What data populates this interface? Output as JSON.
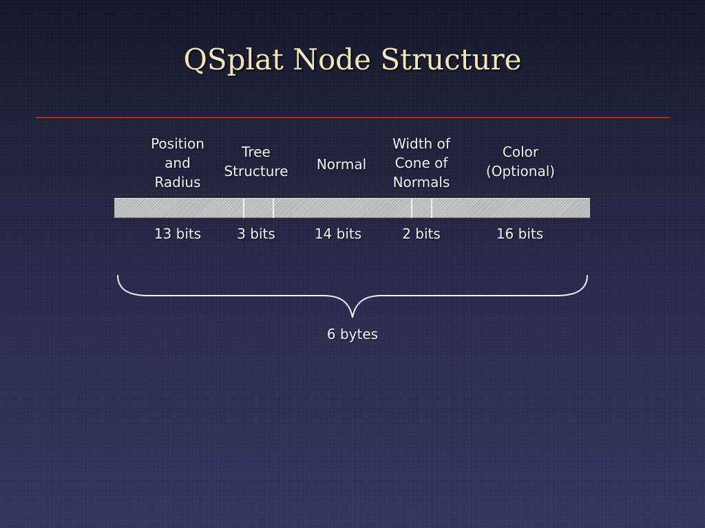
{
  "slide": {
    "title": "QSplat Node Structure",
    "total_label": "6 bytes"
  },
  "fields": [
    {
      "label": "Position\nand\nRadius",
      "bits": "13 bits"
    },
    {
      "label": "Tree\nStructure",
      "bits": "3 bits"
    },
    {
      "label": "Normal",
      "bits": "14 bits"
    },
    {
      "label": "Width of\nCone of\nNormals",
      "bits": "2 bits"
    },
    {
      "label": "Color\n(Optional)",
      "bits": "16 bits"
    }
  ],
  "colors": {
    "title": "#f2e7ba",
    "rule": "#c0201c",
    "bar": "#c4c4c4"
  }
}
